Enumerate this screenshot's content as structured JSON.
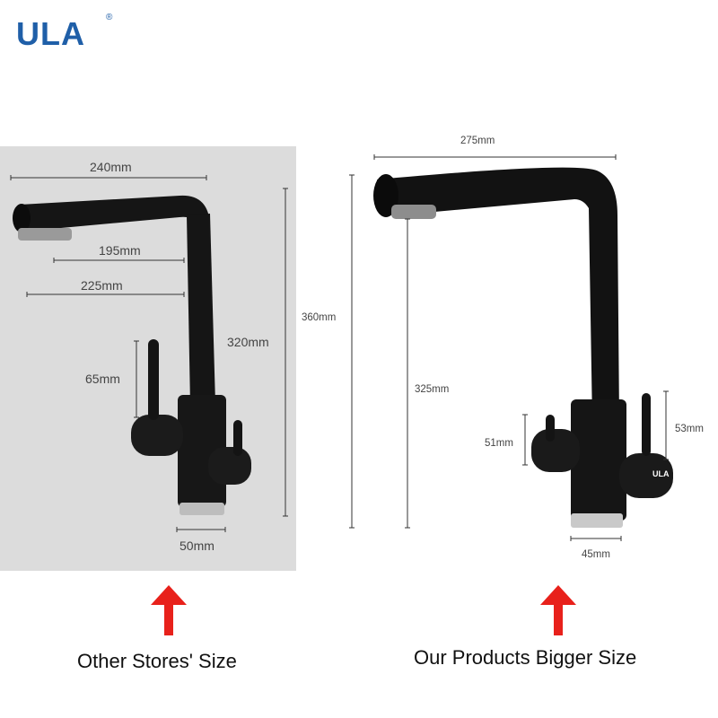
{
  "brand": {
    "logo_text": "ULA",
    "registered_mark": "®",
    "color": "#1f5fa8"
  },
  "left_product": {
    "dimensions": {
      "top_width": "240mm",
      "spout_reach": "195mm",
      "spout_length": "225mm",
      "height": "320mm",
      "handle_height": "65mm",
      "base_width": "50mm"
    },
    "caption": "Other Stores' Size"
  },
  "right_product": {
    "badge_text": "ULA",
    "dimensions": {
      "top_width": "275mm",
      "total_height": "360mm",
      "body_height": "325mm",
      "left_handle": "51mm",
      "right_handle": "53mm",
      "base_width": "45mm"
    },
    "caption": "Our Products Bigger Size"
  },
  "colors": {
    "arrow": "#e8211b",
    "panel": "#dcdcdc",
    "faucet": "#111111"
  }
}
